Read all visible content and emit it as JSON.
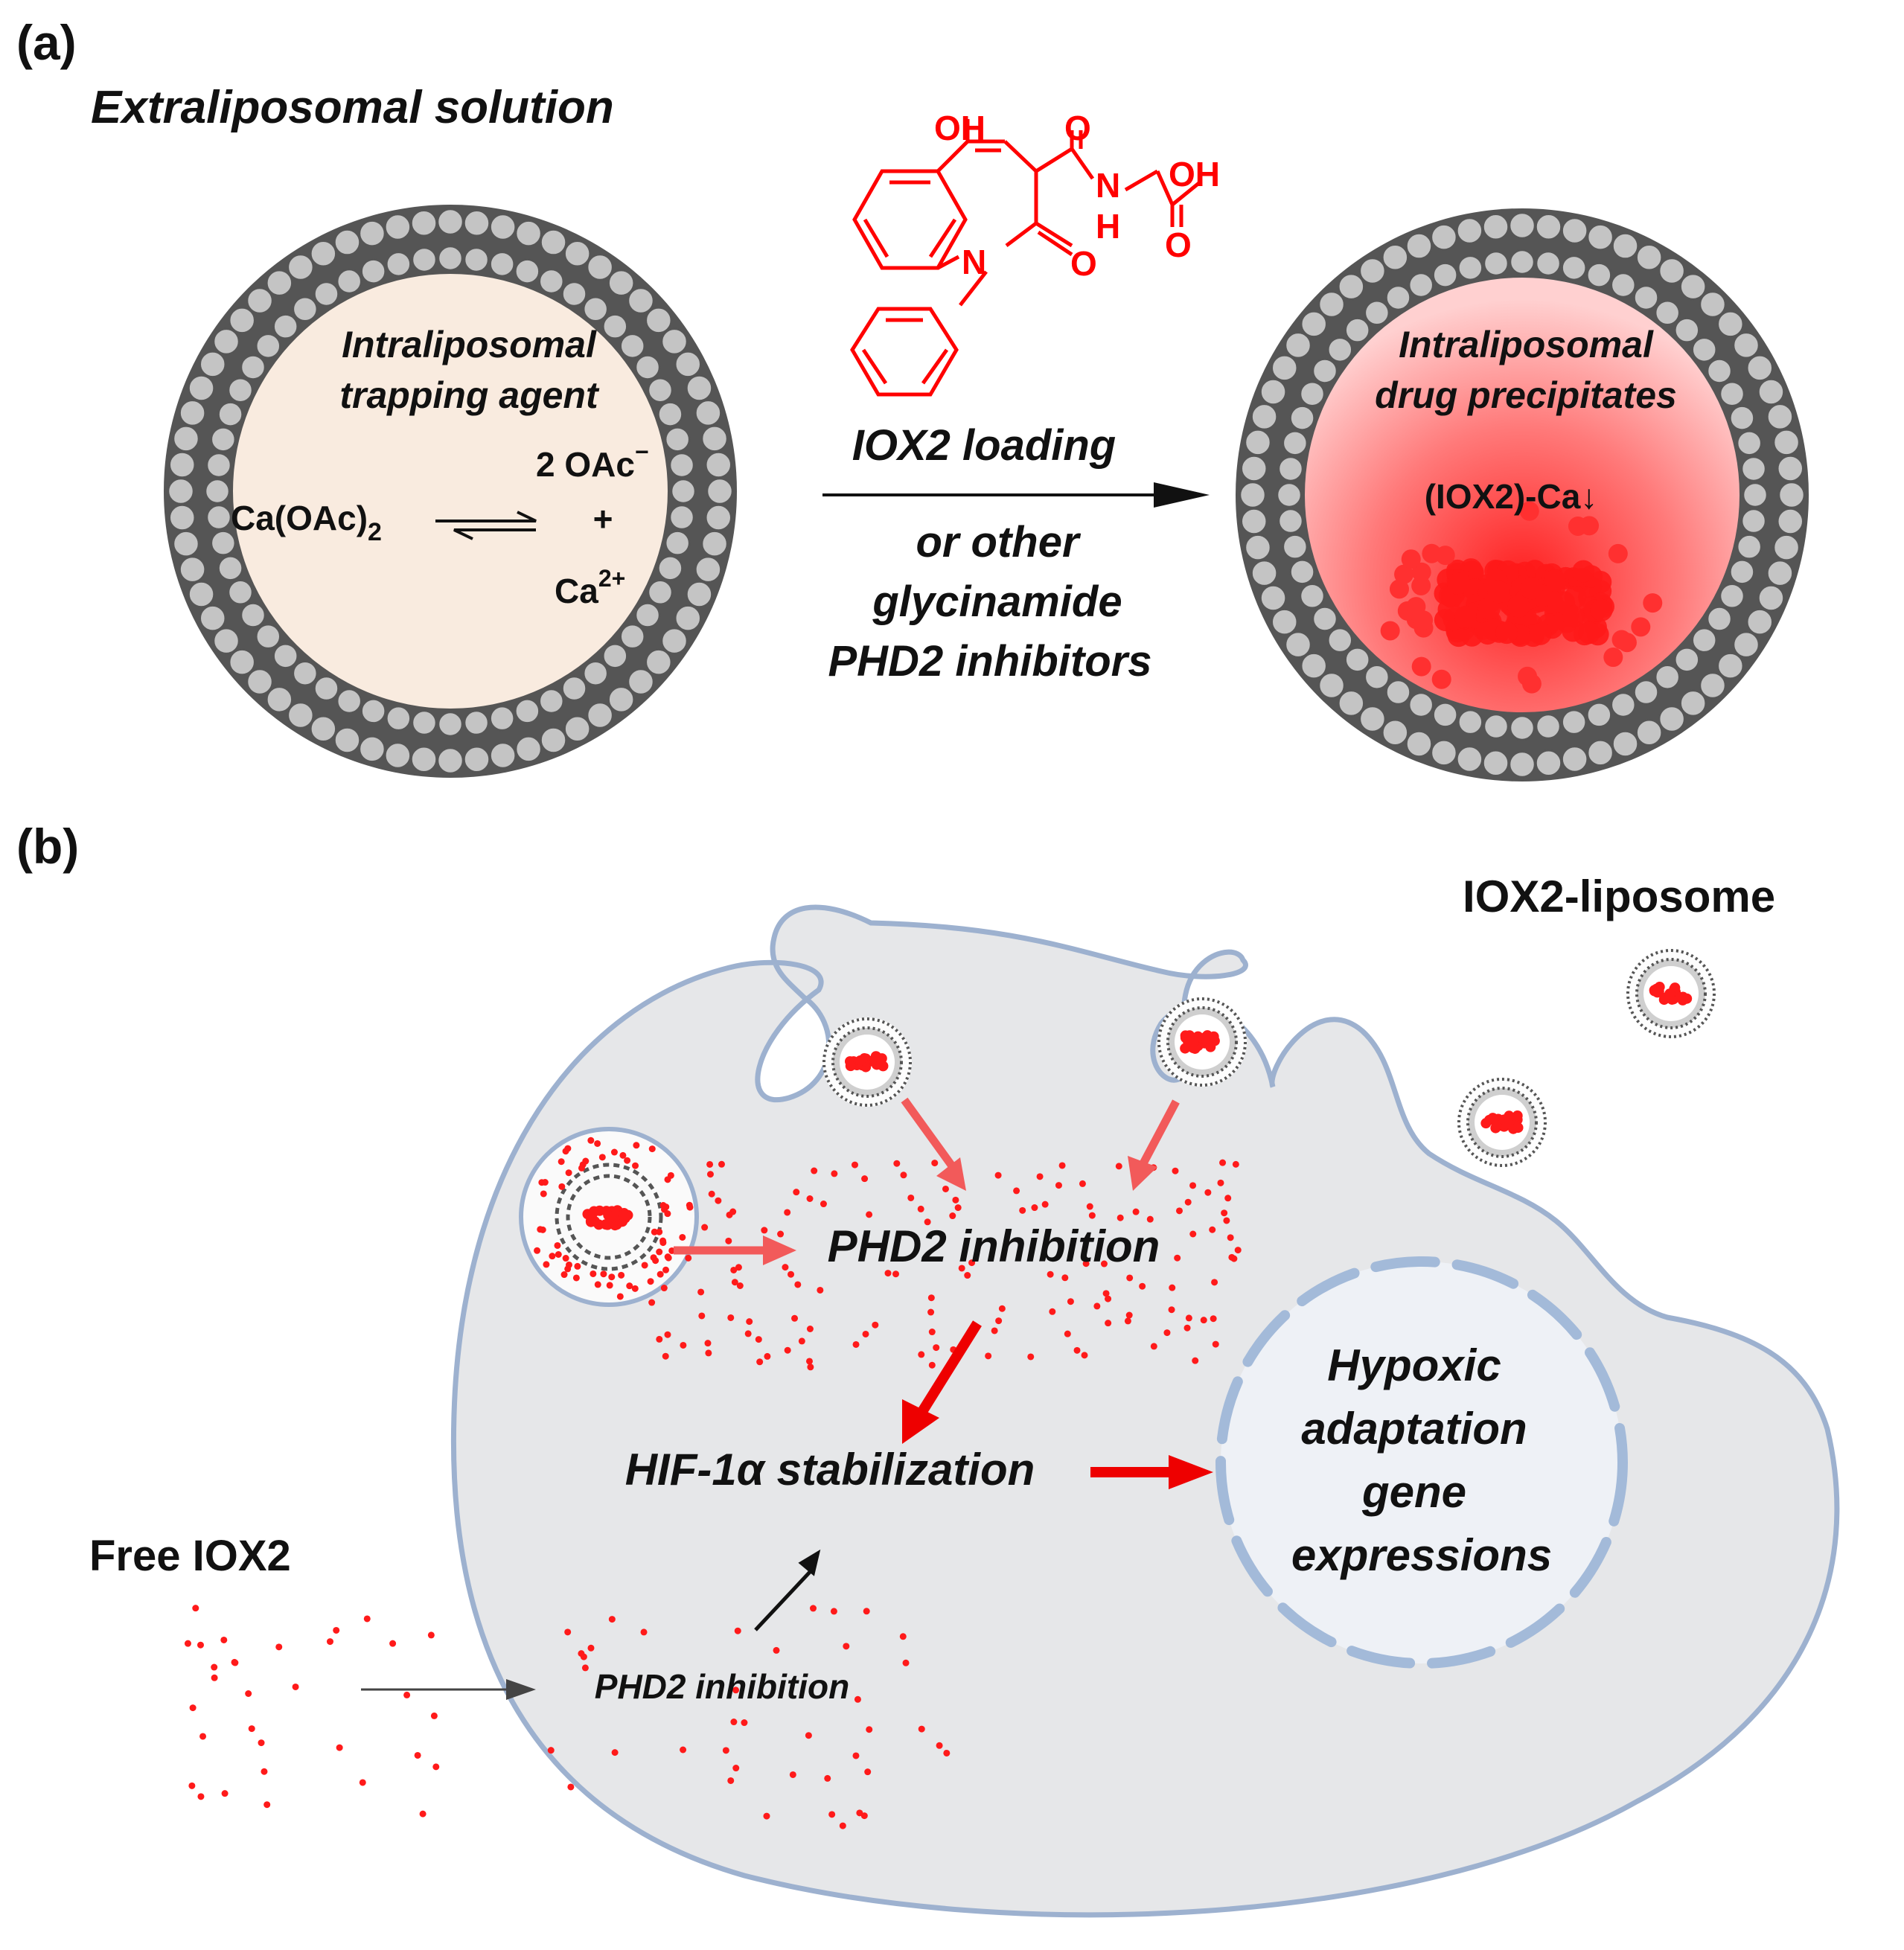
{
  "panel_a": {
    "label": "(a)",
    "extraliposomal": "Extraliposomal solution",
    "left_liposome": {
      "title_line1": "Intraliposomal",
      "title_line2": "trapping agent",
      "reactant": "Ca(OAc)",
      "reactant_sub": "2",
      "product1": "2 OAc",
      "product1_sup": "−",
      "plus": "+",
      "product2": "Ca",
      "product2_sup": "2+"
    },
    "molecule": {
      "atom_oh_top": "OH",
      "atom_o_amide": "O",
      "atom_n_amide": "N",
      "atom_h_amide": "H",
      "atom_oh_acid": "OH",
      "atom_o_acid": "O",
      "atom_n_ring": "N",
      "atom_o_ring": "O",
      "color": "#ff0000"
    },
    "arrow_top": "IOX2 loading",
    "arrow_bottom_line1": "or other",
    "arrow_bottom_line2": "glycinamide",
    "arrow_bottom_line3": "PHD2 inhibitors",
    "right_liposome": {
      "title_line1": "Intraliposomal",
      "title_line2": "drug precipitates",
      "precipitate": "(IOX2)-Ca↓"
    }
  },
  "panel_b": {
    "label": "(b)",
    "liposome_label": "IOX2-liposome",
    "phd2_main": "PHD2 inhibition",
    "hif": "HIF-1α stabilization",
    "nucleus_line1": "Hypoxic",
    "nucleus_line2": "adaptation",
    "nucleus_line3": "gene",
    "nucleus_line4": "expressions",
    "free_label": "Free IOX2",
    "phd2_small": "PHD2 inhibition",
    "cell_color": "#e6e7e9",
    "membrane_color": "#9db1cf",
    "drug_color": "#ff0000"
  }
}
